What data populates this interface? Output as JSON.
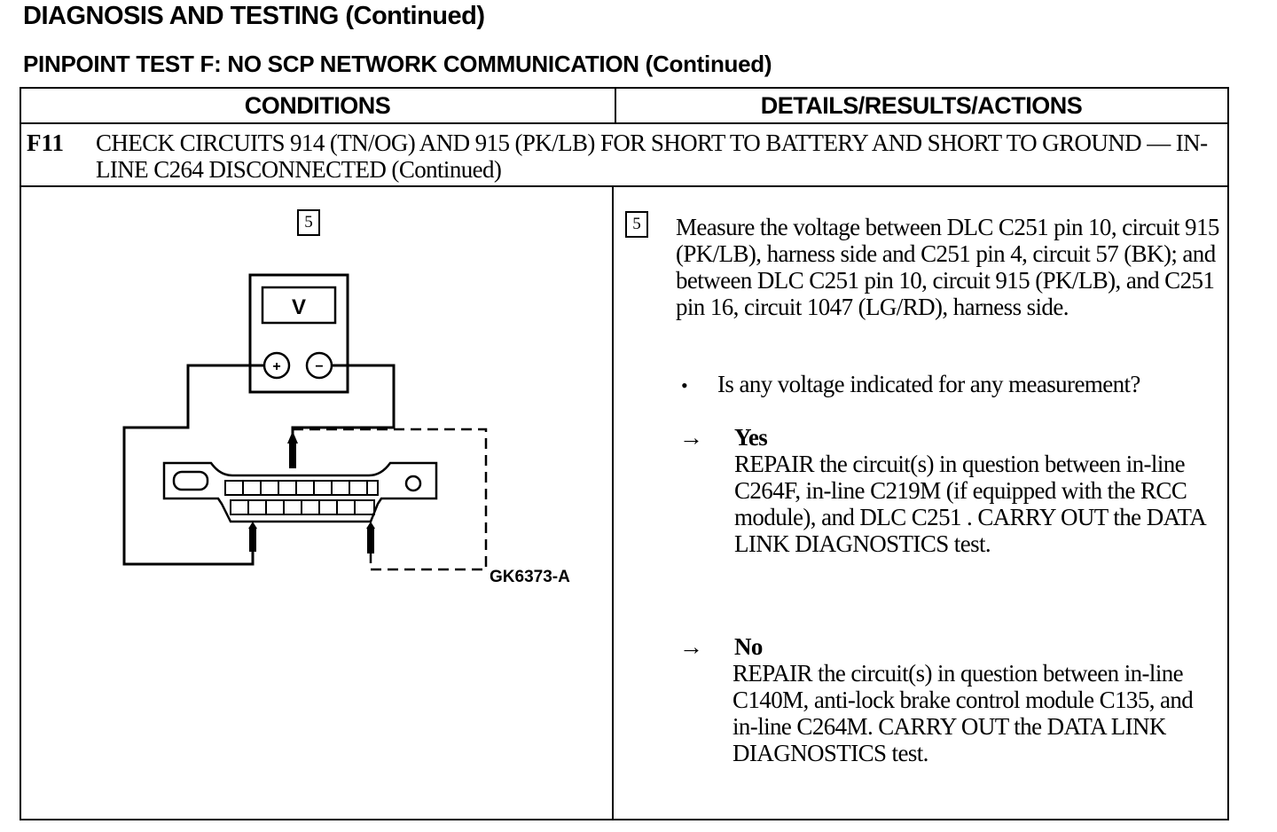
{
  "header": {
    "title": "DIAGNOSIS AND TESTING (Continued)",
    "test_title": "PINPOINT TEST F:  NO SCP NETWORK COMMUNICATION (Continued)"
  },
  "table": {
    "col_conditions": "CONDITIONS",
    "col_details": "DETAILS/RESULTS/ACTIONS",
    "step_id": "F11",
    "step_title": "CHECK CIRCUITS 914 (TN/OG) AND 915 (PK/LB) FOR SHORT TO BATTERY AND SHORT TO GROUND — IN-LINE C264 DISCONNECTED (Continued)"
  },
  "conditions": {
    "step_number": "5",
    "meter_label": "V",
    "plus_symbol": "+",
    "minus_symbol": "−",
    "figure_code": "GK6373-A"
  },
  "details": {
    "step_number": "5",
    "instruction": "Measure the voltage between DLC C251 pin 10, circuit 915 (PK/LB), harness side and C251 pin 4, circuit 57 (BK); and between DLC C251 pin 10, circuit 915 (PK/LB), and C251 pin 16, circuit 1047 (LG/RD), harness side.",
    "bullet": "•",
    "question": "Is any voltage indicated for any measurement?",
    "arrow": "→",
    "yes_label": "Yes",
    "yes_action": "REPAIR the circuit(s) in question between in-line C264F, in-line C219M (if equipped with the RCC module), and DLC C251 . CARRY OUT the  DATA LINK DIAGNOSTICS test.",
    "no_label": "No",
    "no_action": "REPAIR the circuit(s) in question between in-line C140M, anti-lock brake control module C135, and in-line C264M. CARRY OUT the DATA LINK  DIAGNOSTICS test."
  }
}
